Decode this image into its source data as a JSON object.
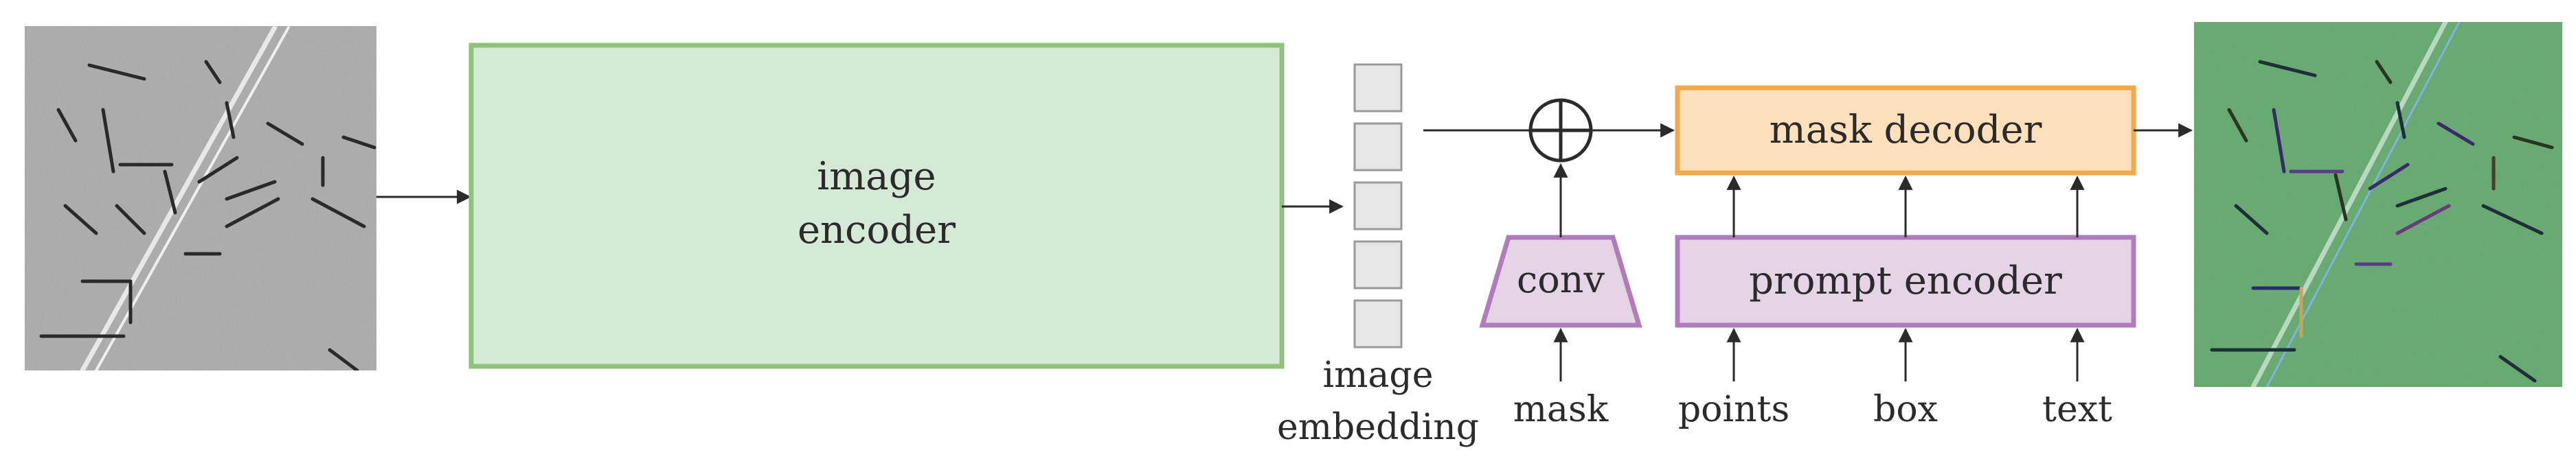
{
  "input_image": {
    "description_icon": "grayscale-micrograph-icon"
  },
  "output_image": {
    "description_icon": "segmented-micrograph-icon"
  },
  "image_encoder": {
    "line1": "image",
    "line2": "encoder",
    "fill": "#d4ead5",
    "stroke": "#8fc27a"
  },
  "image_embedding": {
    "line1": "image",
    "line2": "embedding",
    "cell_fill": "#e6e6e6",
    "cell_stroke": "#9a9a9a"
  },
  "conv": {
    "label": "conv",
    "fill": "#e5d3e6",
    "stroke": "#b07cbc"
  },
  "add_operator": {
    "icon": "circle-plus-icon"
  },
  "mask_decoder": {
    "label": "mask decoder",
    "fill": "#fce0bc",
    "stroke": "#f4a94a"
  },
  "prompt_encoder": {
    "label": "prompt encoder",
    "fill": "#e5d3e6",
    "stroke": "#b07cbc"
  },
  "inputs": {
    "mask": "mask",
    "points": "points",
    "box": "box",
    "text": "text"
  }
}
